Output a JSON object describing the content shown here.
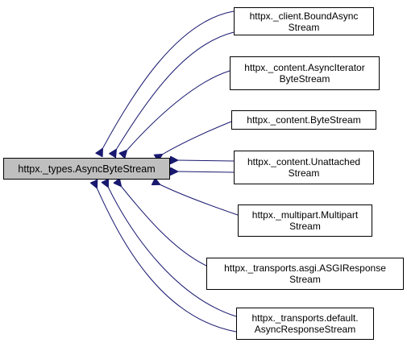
{
  "base_class": {
    "label": "httpx._types.AsyncByteStream",
    "fill_color": "#bfbfbf"
  },
  "derived_classes": [
    {
      "line1": "httpx._client.BoundAsync",
      "line2": "Stream"
    },
    {
      "line1": "httpx._content.AsyncIterator",
      "line2": "ByteStream"
    },
    {
      "line1": "httpx._content.ByteStream",
      "line2": ""
    },
    {
      "line1": "httpx._content.Unattached",
      "line2": "Stream"
    },
    {
      "line1": "httpx._multipart.Multipart",
      "line2": "Stream"
    },
    {
      "line1": "httpx._transports.asgi.ASGIResponse",
      "line2": "Stream"
    },
    {
      "line1": "httpx._transports.default.",
      "line2": "AsyncResponseStream"
    }
  ],
  "edge_color": "#191970"
}
